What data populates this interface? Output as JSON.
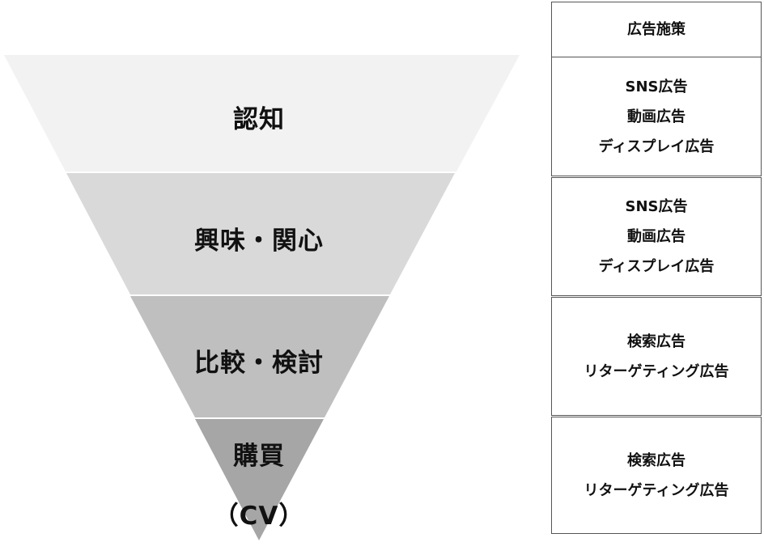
{
  "stages": [
    {
      "label": "認知",
      "color": "#f2f2f2"
    },
    {
      "label": "興味・関心",
      "color": "#d9d9d9"
    },
    {
      "label": "比較・検討",
      "color": "#bfbfbf"
    },
    {
      "label": "購買",
      "label2": "（CV）",
      "color": "#a6a6a6"
    }
  ],
  "table": {
    "header": "広告施策",
    "rows": [
      [
        "SNS広告",
        "動画広告",
        "ディスプレイ広告"
      ],
      [
        "SNS広告",
        "動画広告",
        "ディスプレイ広告"
      ],
      [
        "検索広告",
        "リターゲティング広告"
      ],
      [
        "検索広告",
        "リターゲティング広告"
      ]
    ]
  }
}
